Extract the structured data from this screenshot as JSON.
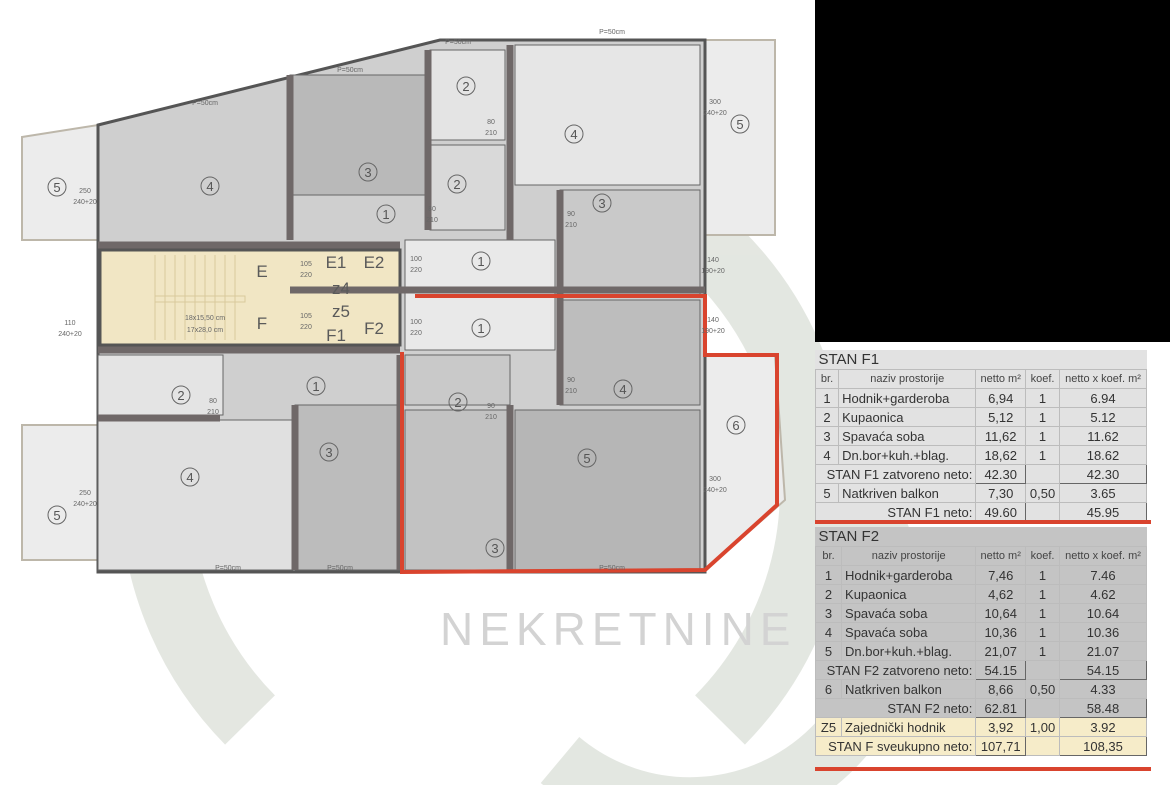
{
  "plan": {
    "room_numbers": [
      "5",
      "4",
      "3",
      "1",
      "2",
      "2",
      "4",
      "5",
      "3",
      "1",
      "1",
      "4",
      "6",
      "5",
      "3",
      "2",
      "3",
      "1",
      "2",
      "4",
      "5"
    ],
    "door_markers": [
      "E",
      "E1",
      "E2",
      "z4",
      "z5",
      "F",
      "F1",
      "F2"
    ],
    "dimensions": [
      "P=50cm",
      "P=50cm",
      "P=50cm",
      "P=50cm",
      "P=50cm",
      "P=50cm",
      "P=50cm",
      "250",
      "240+20",
      "300",
      "240+20",
      "140",
      "190+20",
      "140",
      "190+20",
      "300",
      "240+20",
      "250",
      "240+20",
      "110",
      "240+20",
      "105",
      "220",
      "105",
      "220",
      "100",
      "220",
      "100",
      "220",
      "80",
      "210",
      "80",
      "210",
      "90",
      "210",
      "90",
      "210",
      "80",
      "210",
      "90",
      "210",
      "18x15,50 cm",
      "17x28,0 cm"
    ],
    "watermark": "NEKRETNINE"
  },
  "stan_f1": {
    "title": "STAN F1",
    "headers": [
      "br.",
      "naziv prostorije",
      "netto m²",
      "koef.",
      "netto x koef. m²"
    ],
    "rows": [
      [
        "1",
        "Hodnik+garderoba",
        "6,94",
        "1",
        "6.94"
      ],
      [
        "2",
        "Kupaonica",
        "5,12",
        "1",
        "5.12"
      ],
      [
        "3",
        "Spavaća soba",
        "11,62",
        "1",
        "11.62"
      ],
      [
        "4",
        "Dn.bor+kuh.+blag.",
        "18,62",
        "1",
        "18.62"
      ]
    ],
    "closed": {
      "label": "STAN F1 zatvoreno neto:",
      "netto": "42.30",
      "total": "42.30"
    },
    "balcony": [
      "5",
      "Natkriven balkon",
      "7,30",
      "0,50",
      "3.65"
    ],
    "net": {
      "label": "STAN F1 neto:",
      "netto": "49.60",
      "total": "45.95"
    }
  },
  "stan_f2": {
    "title": "STAN F2",
    "headers": [
      "br.",
      "naziv prostorije",
      "netto m²",
      "koef.",
      "netto x koef. m²"
    ],
    "rows": [
      [
        "1",
        "Hodnik+garderoba",
        "7,46",
        "1",
        "7.46"
      ],
      [
        "2",
        "Kupaonica",
        "4,62",
        "1",
        "4.62"
      ],
      [
        "3",
        "Spavaća soba",
        "10,64",
        "1",
        "10.64"
      ],
      [
        "4",
        "Spavaća soba",
        "10,36",
        "1",
        "10.36"
      ],
      [
        "5",
        "Dn.bor+kuh.+blag.",
        "21,07",
        "1",
        "21.07"
      ]
    ],
    "closed": {
      "label": "STAN F2 zatvoreno neto:",
      "netto": "54.15",
      "total": "54.15"
    },
    "balcony": [
      "6",
      "Natkriven balkon",
      "8,66",
      "0,50",
      "4.33"
    ],
    "net": {
      "label": "STAN F2 neto:",
      "netto": "62.81",
      "total": "58.48"
    },
    "common": [
      "Z5",
      "Zajednički hodnik",
      "3,92",
      "1,00",
      "3.92"
    ],
    "grand": {
      "label": "STAN F sveukupno neto:",
      "netto": "107,71",
      "total": "108,35"
    }
  },
  "colors": {
    "highlight": "#d9442e",
    "stair": "#f1e6c4",
    "wall": "#6f6868"
  }
}
